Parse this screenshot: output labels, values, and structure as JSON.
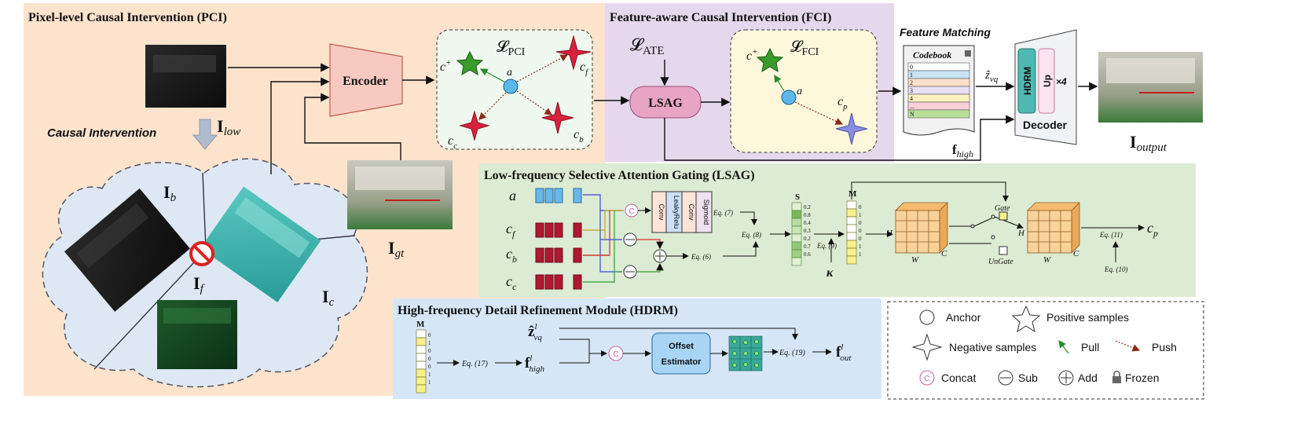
{
  "panels": {
    "pci_title": "Pixel-level Causal  Intervention   (PCI)",
    "fci_title": "Feature-aware Causal  Intervention  (FCI)",
    "lsag_title": "Low-frequency Selective Attention Gating (LSAG)",
    "hdrm_title": "High-frequency Detail Refinement Module (HDRM)",
    "feature_matching": "Feature Matching",
    "causal_intervention": "Causal Intervention"
  },
  "labels": {
    "i_low": "I",
    "i_low_sub": "low",
    "i_gt": "I",
    "i_gt_sub": "gt",
    "i_b": "I",
    "i_b_sub": "b",
    "i_f": "I",
    "i_f_sub": "f",
    "i_c": "I",
    "i_c_sub": "c",
    "i_output": "I",
    "i_output_sub": "output",
    "encoder": "Encoder",
    "lsag": "LSAG",
    "l_pci": "𝓛",
    "l_pci_sub": "PCI",
    "l_ate": "𝓛",
    "l_ate_sub": "ATE",
    "l_fci": "𝓛",
    "l_fci_sub": "FCI",
    "c_plus": "c",
    "c_f": "c",
    "c_f_sub": "f",
    "c_c": "c",
    "c_c_sub": "c",
    "c_b": "c",
    "c_b_sub": "b",
    "c_p": "c",
    "c_p_sub": "p",
    "a": "a",
    "codebook": "Codebook",
    "codebook_rows": [
      "0",
      "1",
      "2",
      "3",
      "4",
      "...",
      "N"
    ],
    "z_vq": "ẑ",
    "z_vq_sub": "vq",
    "f_high": "f",
    "f_high_sub": "high",
    "hdrm_label": "HDRM",
    "up_label": "Up",
    "times4": "×4",
    "decoder": "Decoder"
  },
  "lsag": {
    "a": "a",
    "cf": "c",
    "cf_sub": "f",
    "cb": "c",
    "cb_sub": "b",
    "cc": "c",
    "cc_sub": "c",
    "conv1": "Conv",
    "leaky": "LeakyRelu",
    "conv2": "Conv",
    "sigmoid": "Sigmoid",
    "eq7": "Eq. (7)",
    "eq8": "Eq. (8)",
    "eq6": "Eq. (6)",
    "eq9": "Eq. (9)",
    "eq11": "Eq. (11)",
    "eq10": "Eq. (10)",
    "s": "S",
    "s_values": [
      "0.2",
      "0.8",
      "0.4",
      "0.3",
      "0.2",
      "0.7",
      "0.6"
    ],
    "m": "M",
    "m_values": [
      "0",
      "1",
      "0",
      "0",
      "0",
      "1",
      "1"
    ],
    "kappa": "κ",
    "gate": "Gate",
    "ungate": "UnGate",
    "h": "H",
    "w": "W",
    "c": "C",
    "cp": "c",
    "cp_sub": "p"
  },
  "hdrm": {
    "m": "M",
    "m_values": [
      "0",
      "1",
      "0",
      "0",
      "0",
      "1",
      "1"
    ],
    "eq17": "Eq. (17)",
    "eq19": "Eq. (19)",
    "zvq": "ẑ",
    "zvq_sup": "l",
    "zvq_sub": "vq",
    "fhigh": "f",
    "fhigh_sup": "l",
    "fhigh_sub": "high",
    "offset1": "Offset",
    "offset2": "Estimator",
    "fout": "f",
    "fout_sup": "l",
    "fout_sub": "out"
  },
  "legend": {
    "anchor": "Anchor",
    "positive": "Positive samples",
    "negative": "Negative samples",
    "pull": "Pull",
    "push": "Push",
    "concat": "Concat",
    "sub": "Sub",
    "add": "Add",
    "frozen": "Frozen"
  },
  "colors": {
    "pci_bg": "#fde3cc",
    "fci_bg": "#e6d8ec",
    "lsag_bg": "#dcebd3",
    "hdrm_bg": "#d6e6f7",
    "encoder": "#f7c9c0",
    "lsag_node": "#e7a4c4",
    "anchor": "#5cb8e8",
    "positive": "#3a9a2a",
    "negative": "#d8223c",
    "neg_cp": "#8a8ee0",
    "cube": "#f9d29a",
    "offset": "#a8d4f5"
  }
}
